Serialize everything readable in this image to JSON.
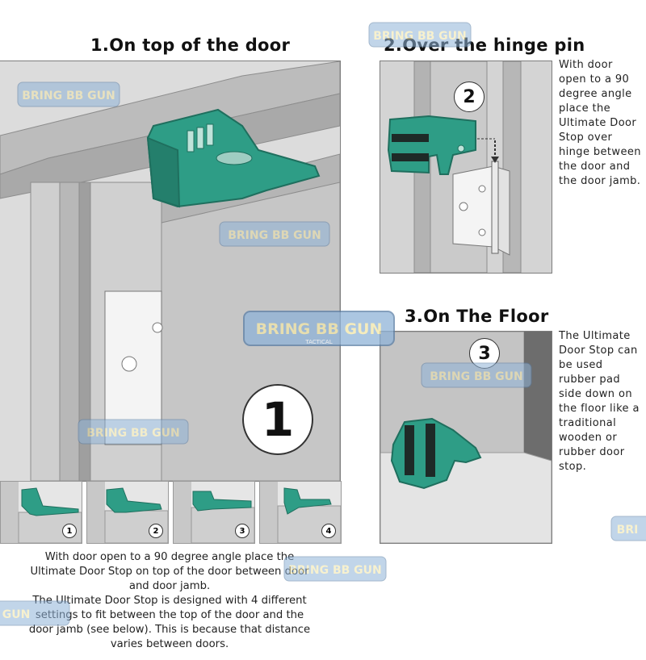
{
  "sections": {
    "s1": {
      "title": "1.On top of the door",
      "big_number": "1",
      "settings": [
        "1",
        "2",
        "3",
        "4"
      ],
      "description_1": "With door open to a 90 degree angle place the Ultimate Door Stop on top of the door between door and door jamb.",
      "description_2": "The Ultimate Door Stop is designed with 4 different settings to fit between the top of the door and the door jamb (see below). This is because that distance varies between doors."
    },
    "s2": {
      "title": "2.Over the hinge pin",
      "number": "2",
      "description": "With door open to a 90 degree angle place the Ultimate Door Stop over hinge between the door and the door jamb."
    },
    "s3": {
      "title": "3.On The Floor",
      "number": "3",
      "description": "The Ultimate Door Stop can be used rubber pad side down on the floor like a traditional wooden or rubber door stop."
    }
  },
  "watermark": {
    "top_text": "BRING BB GUN",
    "sub_text": "TACTICAL"
  },
  "colors": {
    "stopper_green": "#2e9d86",
    "stopper_dark": "#1f6f5e",
    "door_gray": "#c9c9c9",
    "frame_gray": "#b0b0b0",
    "rubber_black": "#1e2a27"
  }
}
